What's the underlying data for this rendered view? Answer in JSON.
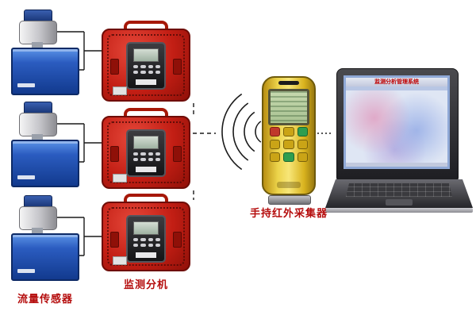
{
  "labels": {
    "flow_sensor": "流量传感器",
    "monitor_unit": "监测分机",
    "handheld_collector": "手持红外采集器"
  },
  "laptop": {
    "screen_title": "监测分析管理系统"
  },
  "nodes": {
    "flow_sensor_count": 3,
    "monitor_unit_count": 3,
    "handheld_count": 1,
    "computer_count": 1
  },
  "colors": {
    "monitor_box_red": "#c21e14",
    "tank_blue": "#1f52b0",
    "handheld_yellow": "#e6c02e",
    "label_red": "#b50d0d",
    "lcd_green": "#b9cfa0",
    "laptop_screen_blue": "#8fa8d6"
  }
}
